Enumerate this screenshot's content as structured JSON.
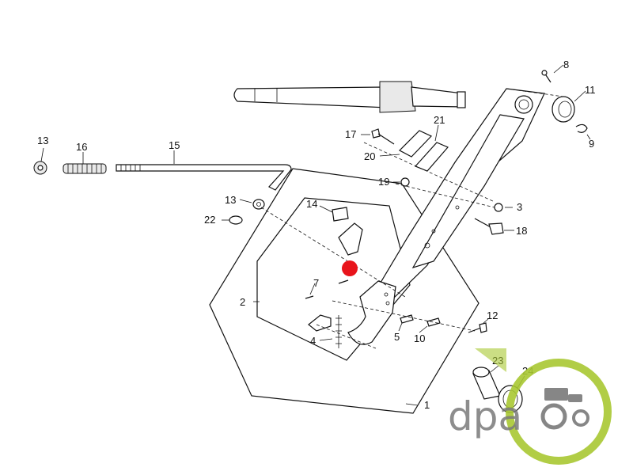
{
  "callouts": [
    {
      "id": "c1",
      "label": "1"
    },
    {
      "id": "c2",
      "label": "2"
    },
    {
      "id": "c3",
      "label": "3"
    },
    {
      "id": "c4",
      "label": "4"
    },
    {
      "id": "c5",
      "label": "5"
    },
    {
      "id": "c7",
      "label": "7"
    },
    {
      "id": "c8",
      "label": "8"
    },
    {
      "id": "c9",
      "label": "9"
    },
    {
      "id": "c10",
      "label": "10"
    },
    {
      "id": "c11",
      "label": "11"
    },
    {
      "id": "c12",
      "label": "12"
    },
    {
      "id": "c13a",
      "label": "13"
    },
    {
      "id": "c13b",
      "label": "13"
    },
    {
      "id": "c14",
      "label": "14"
    },
    {
      "id": "c15",
      "label": "15"
    },
    {
      "id": "c16",
      "label": "16"
    },
    {
      "id": "c17",
      "label": "17"
    },
    {
      "id": "c18",
      "label": "18"
    },
    {
      "id": "c19",
      "label": "19"
    },
    {
      "id": "c20",
      "label": "20"
    },
    {
      "id": "c21",
      "label": "21"
    },
    {
      "id": "c22",
      "label": "22"
    },
    {
      "id": "c23",
      "label": "23"
    },
    {
      "id": "c24",
      "label": "24"
    }
  ],
  "logo": {
    "text": "dpa",
    "color_gray": "#7a7a7a",
    "color_green": "#a8c832"
  },
  "marker": {
    "color": "#e8141b"
  }
}
